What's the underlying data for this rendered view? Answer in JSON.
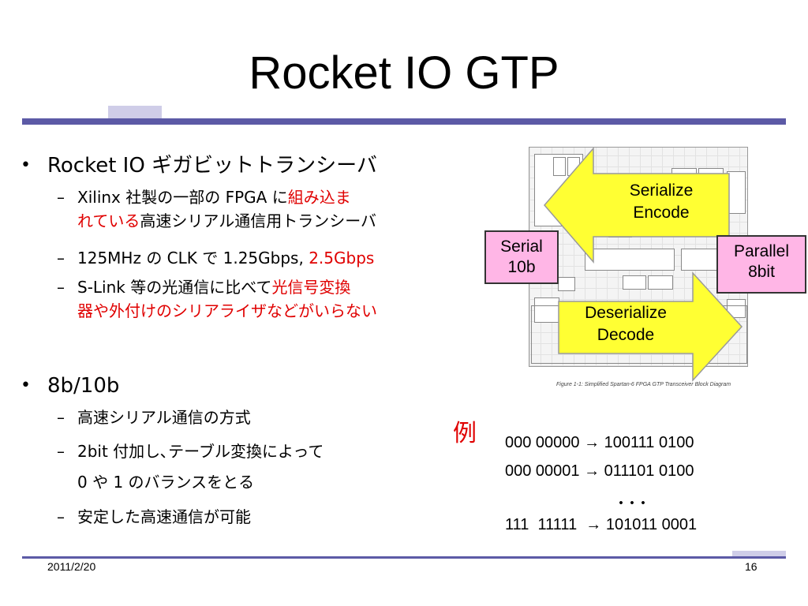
{
  "slide": {
    "title": "Rocket IO GTP",
    "bullets": [
      {
        "text": "Rocket IO ギガビットトランシーバ",
        "subs": [
          {
            "line1_a": "Xilinx 社製の一部の FPGA に",
            "line1_red": "組み込ま",
            "line2_red": "れている",
            "line2_b": "高速シリアル通信用トランシーバ"
          },
          {
            "text_a": "125MHz の CLK で 1.25Gbps, ",
            "text_red": "2.5Gbps"
          },
          {
            "line1_a": "S-Link 等の光通信に比べて",
            "line1_red": "光信号変換",
            "line2_red": "器や外付けのシリアライザなどがいらない"
          }
        ]
      },
      {
        "text": "8b/10b",
        "subs": [
          {
            "text": "高速シリアル通信の方式"
          },
          {
            "text": "2bit 付加し､テーブル変換によって"
          },
          {
            "text": "0 や 1 のバランスをとる"
          },
          {
            "text": "安定した高速通信が可能"
          }
        ]
      }
    ],
    "bullet_symbol": "•",
    "dash_symbol": "–"
  },
  "diagram": {
    "caption": "Figure 1-1:   Simplified Spartan-6 FPGA GTP Transceiver Block Diagram",
    "serialize_label": {
      "line1": "Serialize",
      "line2": "Encode"
    },
    "deserialize_label": {
      "line1": "Deserialize",
      "line2": "Decode"
    },
    "serial_box": {
      "line1": "Serial",
      "line2": "10b"
    },
    "parallel_box": {
      "line1": "Parallel",
      "line2": "8bit"
    },
    "arrow_fill": "#ffff33",
    "box_fill": "#ffb6e6"
  },
  "example": {
    "label": "例",
    "lines": [
      "000 00000 → 100111 0100",
      "000 00001 → 011101 0100",
      "111  11111  → 101011 0001"
    ],
    "dots": "･･･"
  },
  "footer": {
    "date": "2011/2/20",
    "page": "16"
  },
  "colors": {
    "accent_bar": "#5c5aa6",
    "accent_light": "#cfcde8",
    "highlight_red": "#e00000"
  }
}
